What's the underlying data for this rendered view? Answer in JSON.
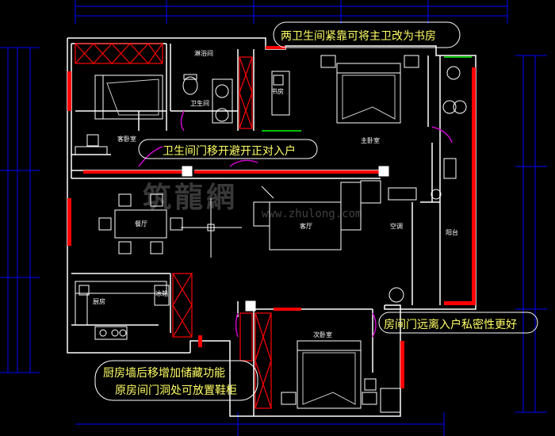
{
  "annotations": {
    "top_right": "两卫生间紧靠可将主卫改为书房",
    "middle": "卫生间门移开避开正对入户",
    "right": "房间门远离入户私密性更好",
    "bottom_line1": "厨房墙后移增加储藏功能",
    "bottom_line2": "原房间门洞处可放置鞋柜"
  },
  "rooms": {
    "shower": "淋浴间",
    "bathroom": "卫生间",
    "study": "书房",
    "guest_bedroom": "客卧室",
    "master_bedroom": "主卧室",
    "dining": "餐厅",
    "living": "客厅",
    "kitchen": "厨房",
    "fridge": "冰箱",
    "second_bedroom": "次卧室",
    "balcony": "阳台",
    "storage": "空调"
  },
  "watermark": {
    "text": "筑龍網",
    "url": "www.zhulong.com"
  },
  "colors": {
    "background": "#000000",
    "walls": "#ffffff",
    "wall_fill": "#ff0000",
    "dimension_lines": "#0000ff",
    "annotation_text": "#ffff66",
    "door_swing": "#cc00cc",
    "window": "#00ff00"
  }
}
